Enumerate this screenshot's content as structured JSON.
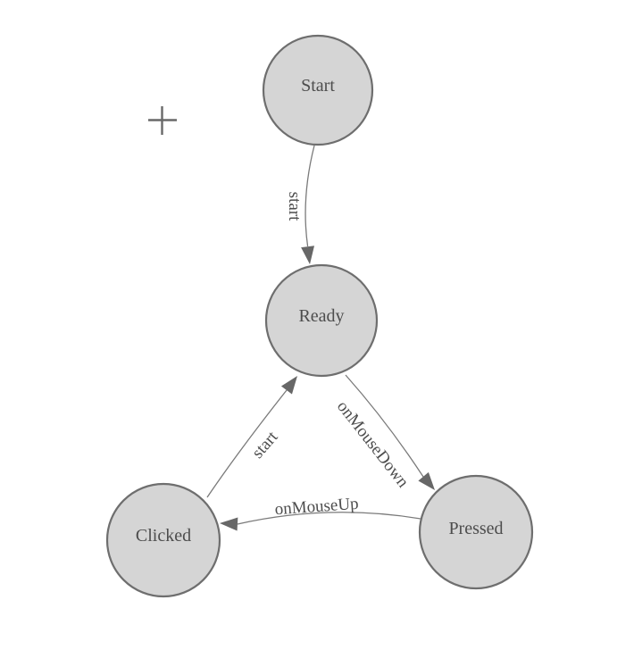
{
  "canvas": {
    "background": "#ffffff"
  },
  "colors": {
    "node_fill": "#d5d5d5",
    "node_border": "#6e6e6e",
    "edge_stroke": "#7a7a7a",
    "arrowhead": "#676767",
    "label_text": "#4d4d4d",
    "cursor": "#696969"
  },
  "cursor": {
    "icon": "crosshair-plus"
  },
  "diagram": {
    "type": "state-machine",
    "nodes": [
      {
        "id": "start",
        "label": "Start"
      },
      {
        "id": "ready",
        "label": "Ready"
      },
      {
        "id": "clicked",
        "label": "Clicked"
      },
      {
        "id": "pressed",
        "label": "Pressed"
      }
    ],
    "edges": [
      {
        "from": "start",
        "to": "ready",
        "label": "start"
      },
      {
        "from": "clicked",
        "to": "ready",
        "label": "start"
      },
      {
        "from": "ready",
        "to": "pressed",
        "label": "onMouseDown"
      },
      {
        "from": "pressed",
        "to": "clicked",
        "label": "onMouseUp"
      }
    ]
  }
}
